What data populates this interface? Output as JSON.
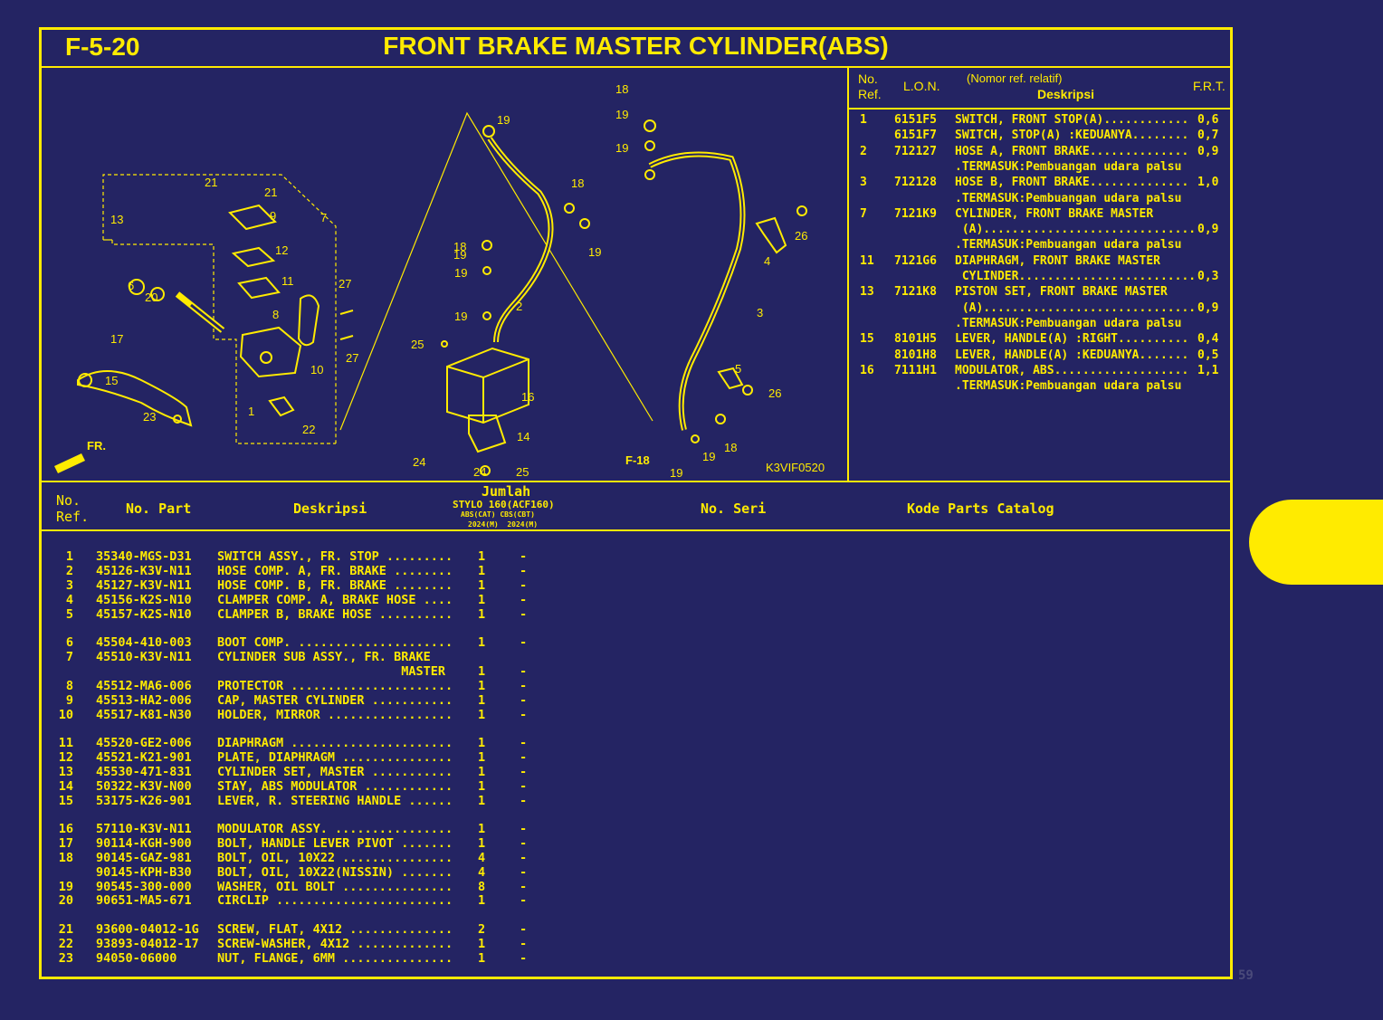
{
  "header": {
    "code": "F-5-20",
    "title": "FRONT BRAKE MASTER CYLINDER(ABS)"
  },
  "diagram": {
    "labels": [
      "21",
      "21",
      "9",
      "7",
      "13",
      "12",
      "6",
      "20",
      "11",
      "27",
      "8",
      "27",
      "10",
      "17",
      "15",
      "1",
      "22",
      "23",
      "19",
      "19",
      "18",
      "19",
      "18",
      "19",
      "2",
      "19",
      "25",
      "16",
      "14",
      "24",
      "24",
      "25",
      "3",
      "18",
      "19",
      "19",
      "4",
      "26",
      "5",
      "26",
      "18",
      "19",
      "19"
    ],
    "fwd_label": "FR.",
    "ref_label": "F-18",
    "drawing_code": "K3VIF0520"
  },
  "frt_panel": {
    "headers": {
      "no_ref": "No.\nRef.",
      "lon": "L.O.N.",
      "desc_note": "(Nomor ref. relatif)",
      "desc": "Deskripsi",
      "frt": "F.R.T."
    },
    "rows": [
      {
        "ref": "1",
        "lon": "6151F5",
        "desc": "SWITCH, FRONT STOP(A)............",
        "frt": "0,6"
      },
      {
        "ref": "",
        "lon": "6151F7",
        "desc": "SWITCH, STOP(A) :KEDUANYA........",
        "frt": "0,7"
      },
      {
        "ref": "2",
        "lon": "712127",
        "desc": "HOSE A, FRONT BRAKE..............",
        "frt": "0,9"
      },
      {
        "ref": "",
        "lon": "",
        "desc": ".TERMASUK:Pembuangan udara palsu",
        "frt": ""
      },
      {
        "ref": "3",
        "lon": "712128",
        "desc": "HOSE B, FRONT BRAKE..............",
        "frt": "1,0"
      },
      {
        "ref": "",
        "lon": "",
        "desc": ".TERMASUK:Pembuangan udara palsu",
        "frt": ""
      },
      {
        "ref": "7",
        "lon": "7121K9",
        "desc": "CYLINDER, FRONT BRAKE MASTER",
        "frt": ""
      },
      {
        "ref": "",
        "lon": "",
        "desc": " (A)..............................",
        "frt": "0,9"
      },
      {
        "ref": "",
        "lon": "",
        "desc": ".TERMASUK:Pembuangan udara palsu",
        "frt": ""
      },
      {
        "ref": "11",
        "lon": "7121G6",
        "desc": "DIAPHRAGM, FRONT BRAKE MASTER",
        "frt": ""
      },
      {
        "ref": "",
        "lon": "",
        "desc": " CYLINDER.........................",
        "frt": "0,3"
      },
      {
        "ref": "13",
        "lon": "7121K8",
        "desc": "PISTON SET, FRONT BRAKE MASTER",
        "frt": ""
      },
      {
        "ref": "",
        "lon": "",
        "desc": " (A)..............................",
        "frt": "0,9"
      },
      {
        "ref": "",
        "lon": "",
        "desc": ".TERMASUK:Pembuangan udara palsu",
        "frt": ""
      },
      {
        "ref": "15",
        "lon": "8101H5",
        "desc": "LEVER, HANDLE(A) :RIGHT..........",
        "frt": "0,4"
      },
      {
        "ref": "",
        "lon": "8101H8",
        "desc": "LEVER, HANDLE(A) :KEDUANYA.......",
        "frt": "0,5"
      },
      {
        "ref": "16",
        "lon": "7111H1",
        "desc": "MODULATOR, ABS...................",
        "frt": "1,1"
      },
      {
        "ref": "",
        "lon": "",
        "desc": ".TERMASUK:Pembuangan udara palsu",
        "frt": ""
      }
    ]
  },
  "parts_header": {
    "no_ref": "No.\nRef.",
    "no_part": "No. Part",
    "desc": "Deskripsi",
    "jumlah": "Jumlah",
    "model": "STYLO 160(ACF160)",
    "variants": "ABS(CAT) CBS(CBT)",
    "years": "2024(M)  2024(M)",
    "no_seri": "No. Seri",
    "kode": "Kode Parts Catalog"
  },
  "parts": [
    {
      "ref": "1",
      "part": "35340-MGS-D31",
      "desc": "SWITCH ASSY., FR. STOP .........",
      "q1": "1",
      "q2": "-"
    },
    {
      "ref": "2",
      "part": "45126-K3V-N11",
      "desc": "HOSE COMP. A, FR. BRAKE ........",
      "q1": "1",
      "q2": "-"
    },
    {
      "ref": "3",
      "part": "45127-K3V-N11",
      "desc": "HOSE COMP. B, FR. BRAKE ........",
      "q1": "1",
      "q2": "-"
    },
    {
      "ref": "4",
      "part": "45156-K2S-N10",
      "desc": "CLAMPER COMP. A, BRAKE HOSE ....",
      "q1": "1",
      "q2": "-"
    },
    {
      "ref": "5",
      "part": "45157-K2S-N10",
      "desc": "CLAMPER B, BRAKE HOSE ..........",
      "q1": "1",
      "q2": "-"
    },
    {
      "ref": "6",
      "part": "45504-410-003",
      "desc": "BOOT COMP. .....................",
      "q1": "1",
      "q2": "-"
    },
    {
      "ref": "7",
      "part": "45510-K3V-N11",
      "desc": "CYLINDER SUB ASSY., FR. BRAKE",
      "q1": "",
      "q2": ""
    },
    {
      "ref": "",
      "part": "",
      "desc": "                         MASTER",
      "q1": "1",
      "q2": "-"
    },
    {
      "ref": "8",
      "part": "45512-MA6-006",
      "desc": "PROTECTOR ......................",
      "q1": "1",
      "q2": "-"
    },
    {
      "ref": "9",
      "part": "45513-HA2-006",
      "desc": "CAP, MASTER CYLINDER ...........",
      "q1": "1",
      "q2": "-"
    },
    {
      "ref": "10",
      "part": "45517-K81-N30",
      "desc": "HOLDER, MIRROR .................",
      "q1": "1",
      "q2": "-"
    },
    {
      "ref": "11",
      "part": "45520-GE2-006",
      "desc": "DIAPHRAGM ......................",
      "q1": "1",
      "q2": "-"
    },
    {
      "ref": "12",
      "part": "45521-K21-901",
      "desc": "PLATE, DIAPHRAGM ...............",
      "q1": "1",
      "q2": "-"
    },
    {
      "ref": "13",
      "part": "45530-471-831",
      "desc": "CYLINDER SET, MASTER ...........",
      "q1": "1",
      "q2": "-"
    },
    {
      "ref": "14",
      "part": "50322-K3V-N00",
      "desc": "STAY, ABS MODULATOR ............",
      "q1": "1",
      "q2": "-"
    },
    {
      "ref": "15",
      "part": "53175-K26-901",
      "desc": "LEVER, R. STEERING HANDLE ......",
      "q1": "1",
      "q2": "-"
    },
    {
      "ref": "16",
      "part": "57110-K3V-N11",
      "desc": "MODULATOR ASSY. ................",
      "q1": "1",
      "q2": "-"
    },
    {
      "ref": "17",
      "part": "90114-KGH-900",
      "desc": "BOLT, HANDLE LEVER PIVOT .......",
      "q1": "1",
      "q2": "-"
    },
    {
      "ref": "18",
      "part": "90145-GAZ-981",
      "desc": "BOLT, OIL, 10X22 ...............",
      "q1": "4",
      "q2": "-"
    },
    {
      "ref": "",
      "part": "90145-KPH-B30",
      "desc": "BOLT, OIL, 10X22(NISSIN) .......",
      "q1": "4",
      "q2": "-"
    },
    {
      "ref": "19",
      "part": "90545-300-000",
      "desc": "WASHER, OIL BOLT ...............",
      "q1": "8",
      "q2": "-"
    },
    {
      "ref": "20",
      "part": "90651-MA5-671",
      "desc": "CIRCLIP ........................",
      "q1": "1",
      "q2": "-"
    },
    {
      "ref": "21",
      "part": "93600-04012-1G",
      "desc": "SCREW, FLAT, 4X12 ..............",
      "q1": "2",
      "q2": "-"
    },
    {
      "ref": "22",
      "part": "93893-04012-17",
      "desc": "SCREW-WASHER, 4X12 .............",
      "q1": "1",
      "q2": "-"
    },
    {
      "ref": "23",
      "part": "94050-06000",
      "desc": "NUT, FLANGE, 6MM ...............",
      "q1": "1",
      "q2": "-"
    }
  ],
  "page_number": "59",
  "colors": {
    "background": "#242463",
    "accent": "#FFEB00"
  }
}
